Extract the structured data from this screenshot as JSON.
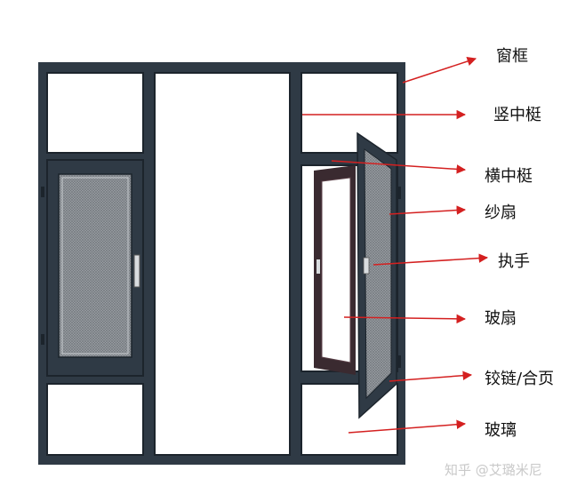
{
  "labels": {
    "window_frame": "窗框",
    "vertical_mullion": "竖中梃",
    "horizontal_mullion": "横中梃",
    "screen_sash": "纱扇",
    "handle": "执手",
    "glass_sash": "玻扇",
    "hinge": "铰链/合页",
    "glass": "玻璃"
  },
  "watermark": "知乎 @艾璐米尼",
  "colors": {
    "frame": "#2f3a45",
    "frame_edge": "#1c242c",
    "screen_mesh": "#8a8f94",
    "inner_sash": "#3a2a30",
    "arrow": "#d42020"
  }
}
